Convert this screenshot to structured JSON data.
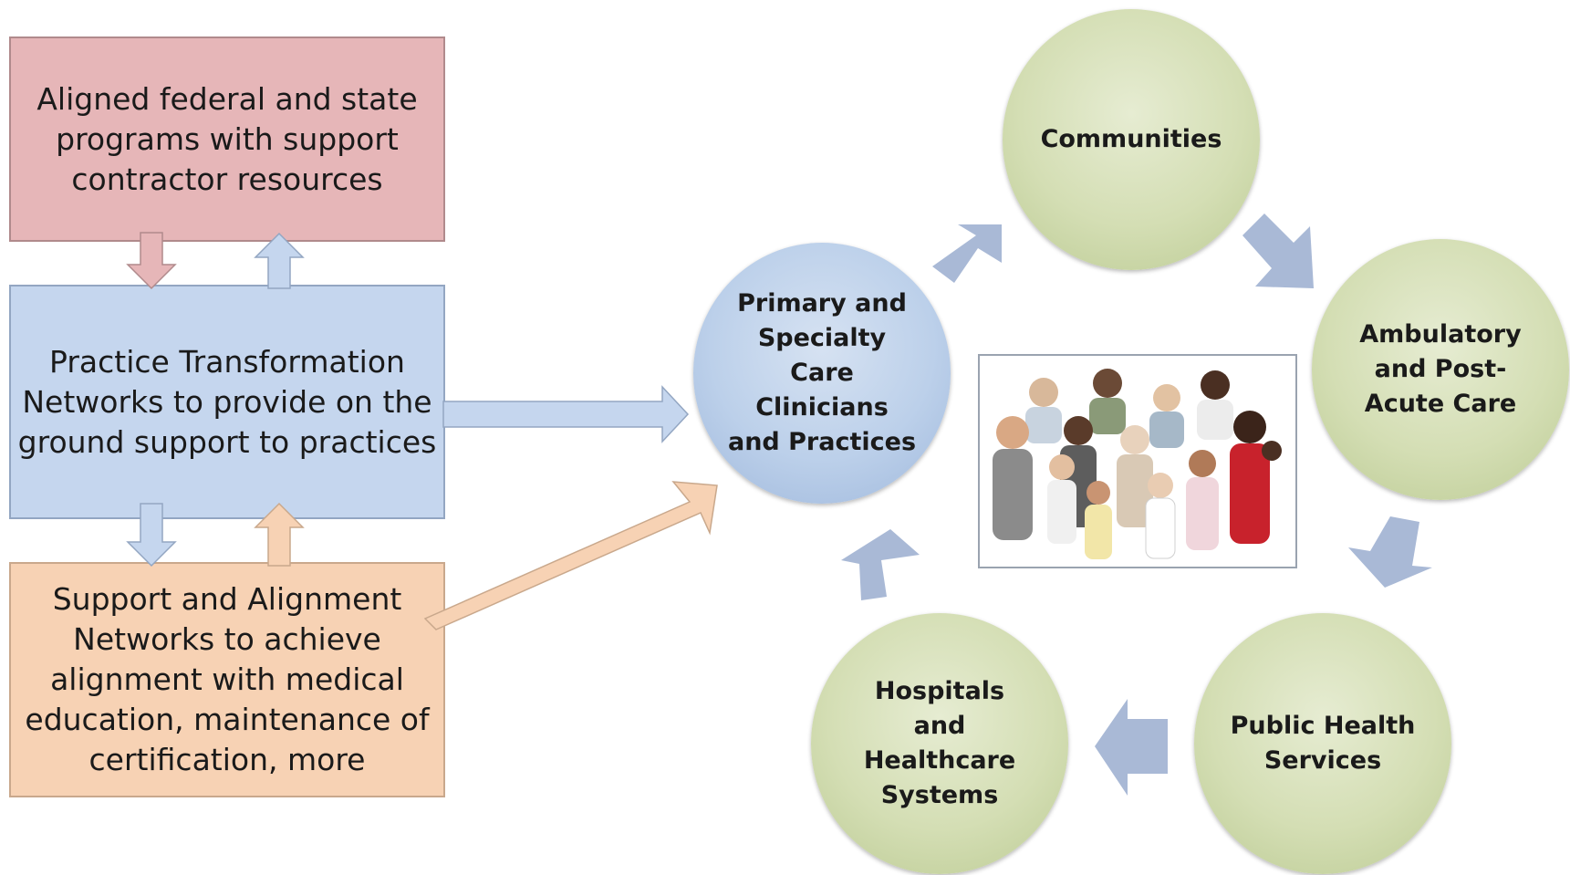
{
  "boxes": {
    "federal": "Aligned federal and state\nprograms with support\ncontractor resources",
    "ptn": "Practice Transformation\nNetworks to provide on the\nground support to practices",
    "san": "Support and Alignment\nNetworks to achieve\nalignment with medical\neducation, maintenance of\ncertification, more"
  },
  "circles": {
    "primary": "Primary and\nSpecialty\nCare\nClinicians\nand Practices",
    "communities": "Communities",
    "ambulatory": "Ambulatory\nand Post-\nAcute Care",
    "public_health": "Public Health\nServices",
    "hospitals": "Hospitals\nand\nHealthcare\nSystems"
  },
  "colors": {
    "federal_fill": "#e6b6b8",
    "ptn_fill": "#c5d6ee",
    "san_fill": "#f7d2b4",
    "circle_green": "#d4deb4",
    "circle_blue": "#bcd0ea",
    "cycle_arrow": "#a9b9d6",
    "down_arrow_red": "#e6b6b8",
    "up_arrow_blue": "#c5d6ee",
    "orange_arrow": "#f7d2b4"
  },
  "icons": {
    "photo": "group-of-people-photo",
    "arrows": [
      "arrow-down-icon",
      "arrow-up-icon",
      "arrow-right-icon",
      "diagonal-arrow-icon",
      "cycle-arrow-icon"
    ]
  }
}
